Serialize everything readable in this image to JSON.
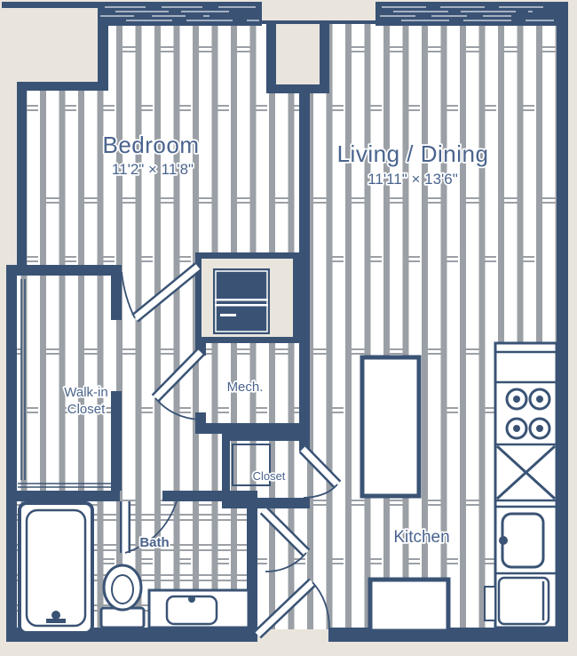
{
  "floorplan": {
    "bedroom": {
      "label": "Bedroom",
      "dims": "11'2\" × 11'8\""
    },
    "living": {
      "label": "Living / Dining",
      "dims": "11'11\" × 13'6\""
    },
    "walk_in_closet": {
      "line1": "Walk-in",
      "line2": "Closet"
    },
    "mech": {
      "label": "Mech."
    },
    "closet": {
      "label": "Closet"
    },
    "bath": {
      "label": "Bath"
    },
    "kitchen": {
      "label": "Kitchen"
    },
    "colors": {
      "wall": "#3a5375",
      "floor": "#ffffff",
      "background": "#e9e5dd",
      "plank_stripe": "#9ba0a6",
      "label_text": "#4a648e"
    }
  }
}
